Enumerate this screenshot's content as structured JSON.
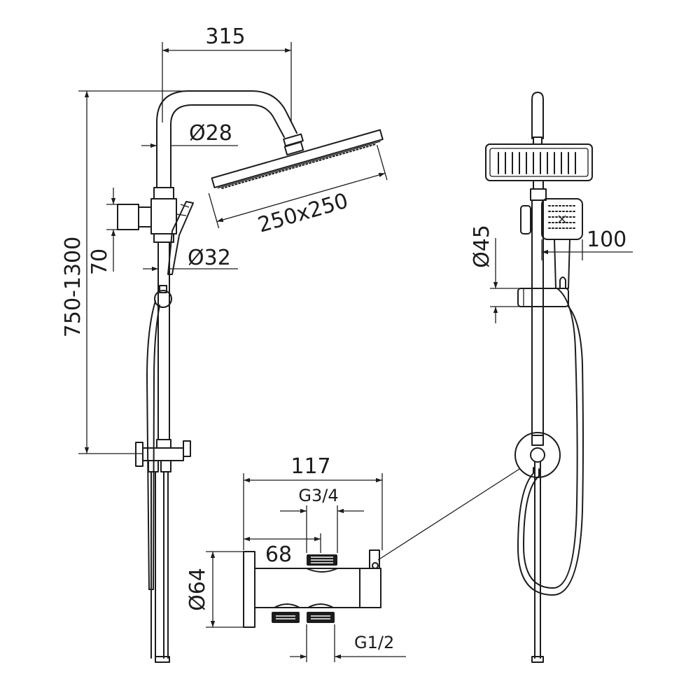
{
  "dimensions": {
    "arm_reach": "315",
    "arm_diameter": "Ø28",
    "head_size": "250x250",
    "height_range": "750-1300",
    "bracket_offset": "70",
    "rail_diameter": "Ø32",
    "hand_diameter": "Ø45",
    "hand_width": "100",
    "mixer_length": "117",
    "outlet_thread": "G3/4",
    "inlet_spacing": "68",
    "mixer_diameter": "Ø64",
    "inlet_thread": "G1/2"
  },
  "colors": {
    "line": "#1c1c1c",
    "background": "#ffffff"
  }
}
